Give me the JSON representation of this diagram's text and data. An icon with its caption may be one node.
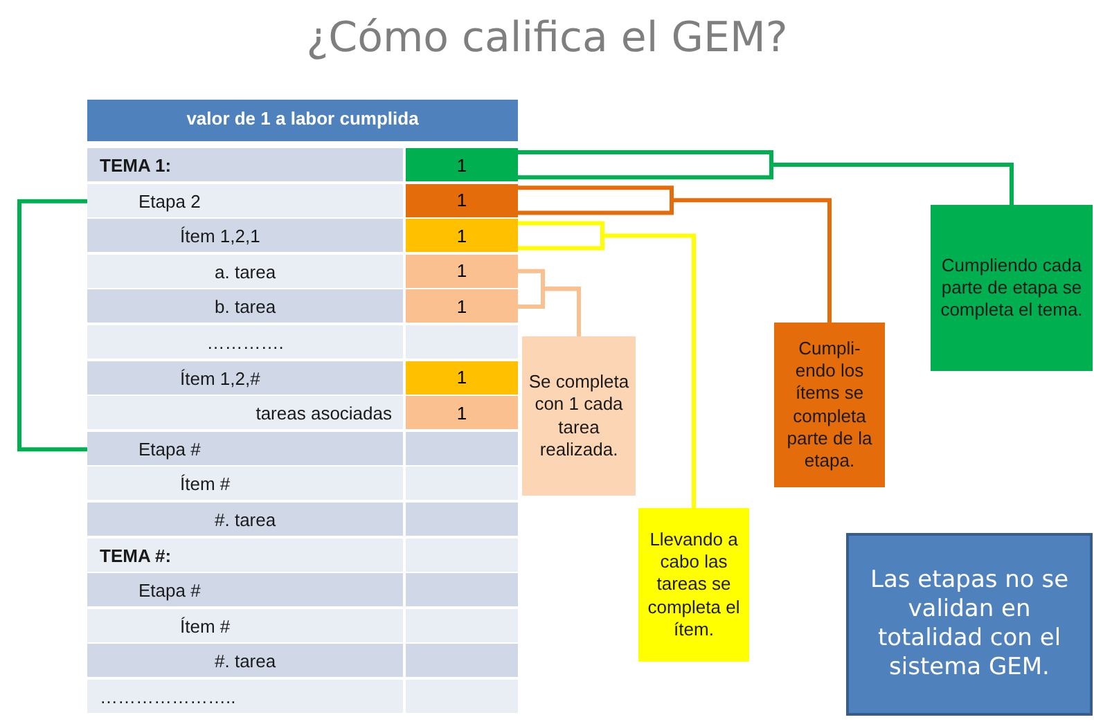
{
  "diagram": {
    "title": "¿Cómo califica el GEM?",
    "nodes": [
      {
        "text": [
          "1"
        ]
      },
      {
        "text": [
          "1"
        ]
      },
      {
        "text": [
          "1"
        ]
      },
      {
        "text": [
          "1"
        ]
      },
      {
        "text": [
          "1"
        ]
      },
      {
        "text": [
          "Se completa con 1 cada tarea realizada."
        ]
      },
      {
        "text": [
          "Llevando a cabo las tareas se completa el ítem."
        ]
      },
      {
        "text": [
          "Cumpli- endo los ítems se completa parte de la etapa."
        ]
      },
      {
        "text": [
          "Cumpliendo cada parte de etapa se completa el tema."
        ]
      },
      {
        "text": [
          "Las etapas no se validan en totalidad con el sistema GEM."
        ]
      }
    ],
    "edges": [
      {
        "from": 0,
        "to": 8,
        "arrow": "none",
        "color": "#00b050"
      },
      {
        "from": 1,
        "to": 7,
        "arrow": "none",
        "color": "#e46c0a"
      },
      {
        "from": 2,
        "to": 6,
        "arrow": "none",
        "color": "#ffff00"
      },
      {
        "from": 3,
        "to": 5,
        "arrow": "none",
        "color": "#fac090"
      },
      {
        "from": 4,
        "to": 5,
        "arrow": "none",
        "color": "#fac090"
      }
    ],
    "labels": [
      "valor de 1 a labor cumplida",
      "TEMA 1:",
      "Etapa 2",
      "Ítem  1,2,1",
      "a. tarea",
      "b. tarea",
      "………….",
      "Ítem  1,2,#",
      "1",
      "tareas asociadas",
      "1",
      "Etapa #",
      "Ítem #",
      "#. tarea",
      "TEMA #:",
      "Etapa #",
      "Ítem #",
      "#. tarea",
      "………………….."
    ]
  }
}
